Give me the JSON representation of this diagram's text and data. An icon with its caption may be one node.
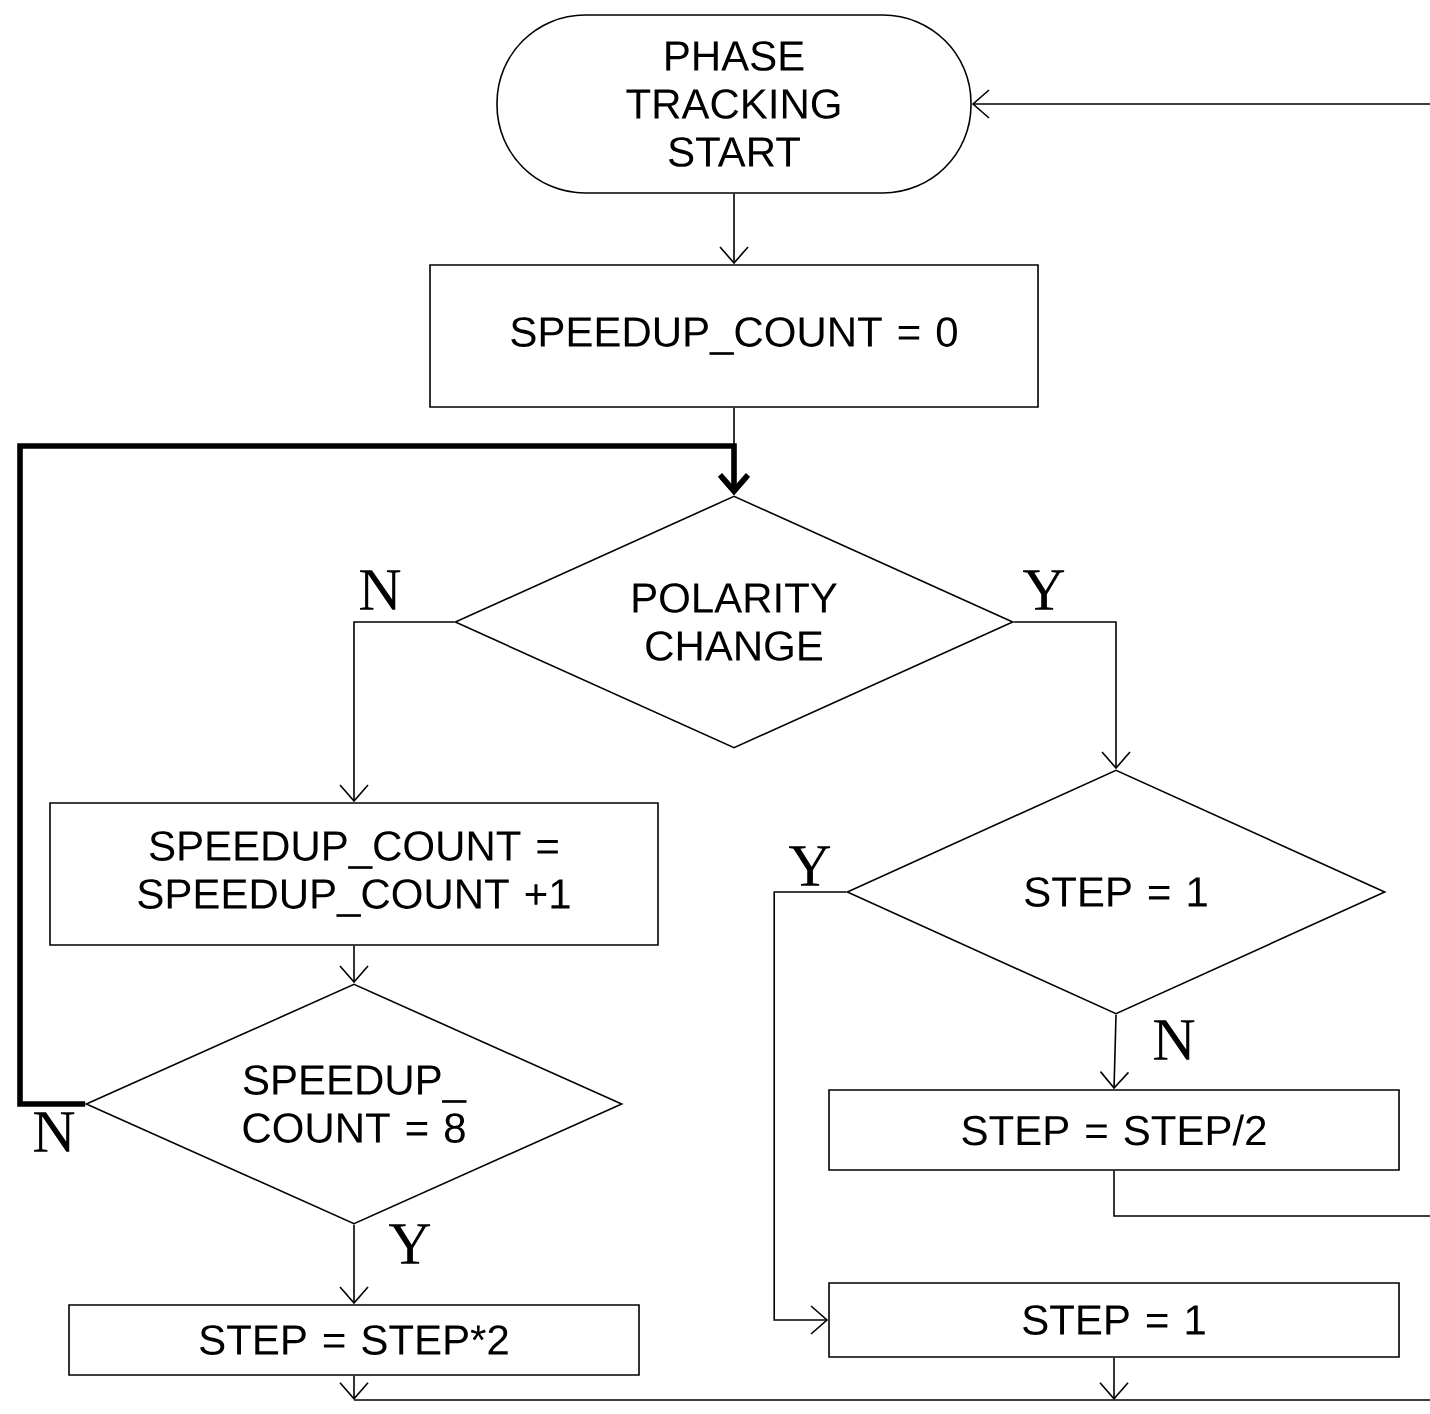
{
  "diagram": {
    "nodes": [
      {
        "text": [
          "PHASE TRACKING START"
        ]
      },
      {
        "text": [
          "SPEEDUP_COUNT = 0"
        ]
      },
      {
        "text": [
          "POLARITY CHANGE"
        ]
      },
      {
        "text": [
          "SPEEDUP_COUNT = SPEEDUP_COUNT +1"
        ]
      },
      {
        "text": [
          "SPEEDUP_ COUNT = 8"
        ]
      },
      {
        "text": [
          "STEP = STEP*2"
        ]
      },
      {
        "text": [
          "STEP = 1"
        ]
      },
      {
        "text": [
          "STEP = STEP/2"
        ]
      },
      {
        "text": [
          "STEP = 1"
        ]
      }
    ],
    "edges": [
      {
        "from": 0,
        "to": 1,
        "arrow": "to"
      },
      {
        "from": 1,
        "to": 2,
        "arrow": "to"
      },
      {
        "from": 2,
        "to": 3,
        "arrow": "to",
        "label": "N"
      },
      {
        "from": 2,
        "to": 6,
        "arrow": "to",
        "label": "Y"
      },
      {
        "from": 3,
        "to": 4,
        "arrow": "to"
      },
      {
        "from": 4,
        "to": 2,
        "arrow": "to",
        "label": "N",
        "style": "thick"
      },
      {
        "from": 4,
        "to": 5,
        "arrow": "to",
        "label": "Y"
      },
      {
        "from": 6,
        "to": 7,
        "arrow": "to",
        "label": "N"
      },
      {
        "from": 6,
        "to": 8,
        "arrow": "to",
        "label": "Y"
      },
      {
        "from": 7,
        "to": null,
        "arrow": "none"
      },
      {
        "from": null,
        "to": 0,
        "arrow": "to"
      },
      {
        "from": 5,
        "to": null,
        "arrow": "to"
      },
      {
        "from": 8,
        "to": null,
        "arrow": "to"
      }
    ]
  }
}
